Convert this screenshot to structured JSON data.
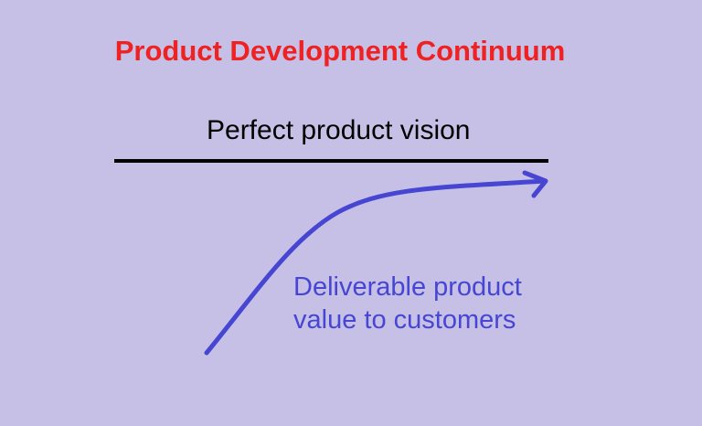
{
  "title": "Product Development Continuum",
  "vision_label": "Perfect product vision",
  "value_label": {
    "line1": "Deliverable product",
    "line2": "value to customers"
  },
  "colors": {
    "background": "#c6bfe6",
    "title": "#ee2222",
    "curve": "#4646d2",
    "vision_line": "#000000"
  }
}
